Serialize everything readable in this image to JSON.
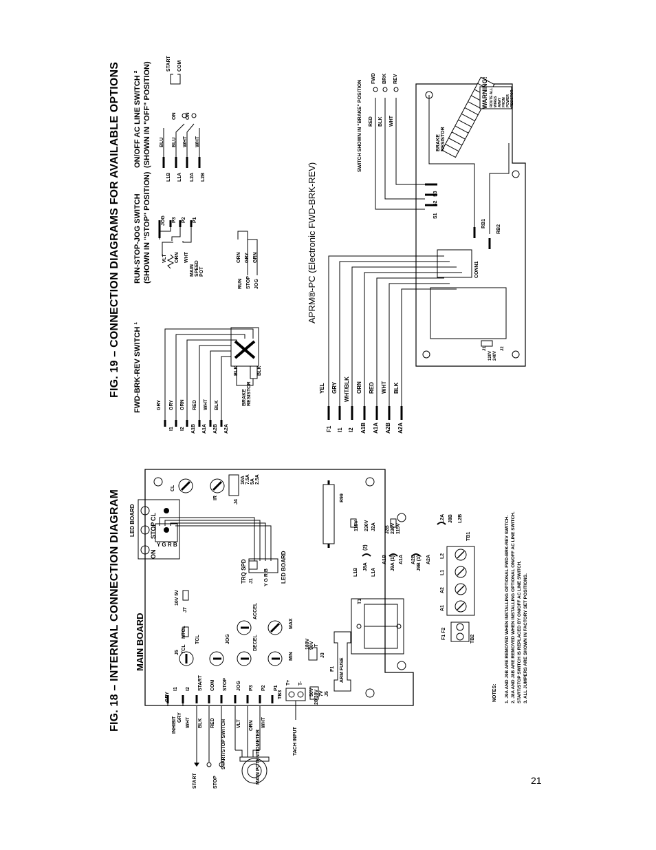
{
  "page_number": "21",
  "fig18": {
    "title": "FIG. 18 – INTERNAL CONNECTION DIAGRAM",
    "main_board": "MAIN BOARD",
    "led_board_top": "LED BOARD",
    "led_board_mid": "LED BOARD",
    "on": "ON",
    "stop": "STOP",
    "cl": "CL",
    "ygrb_top": "Y G R B",
    "ygrb_mid": "Y G R B",
    "trq_spd": "TRQ SPD",
    "j1": "J1",
    "j7": "J7",
    "j7_opts": "10V  5V",
    "j5": "J5",
    "tcl": "TCL",
    "ntcl": "NTCL",
    "pots": [
      "TCL",
      "JOG",
      "DECEL",
      "ACCEL",
      "MIN",
      "MAX",
      "IR",
      "CL"
    ],
    "j4": "J4",
    "j4_opts": [
      "10A",
      "7.5A",
      "5A",
      "2.5A"
    ],
    "r99": "R99",
    "terminal_labels": [
      "I1",
      "I2",
      "START",
      "COM",
      "STOP",
      "JOG",
      "P3",
      "P2",
      "P1"
    ],
    "wire_colors_left": [
      "GRY",
      "GRY",
      "WHT",
      "BLK",
      "RED",
      "VLT",
      "ORN",
      "WHT"
    ],
    "inhibit": "INHIBIT",
    "start": "START",
    "stop_sw": "STOP",
    "start_stop_switch": "START/STOP SWITCH",
    "main_pot": "MAIN POTENTIOMETER",
    "tb3": "TB3",
    "tach_input": "TACH INPUT",
    "t_plus": "T+",
    "t_minus": "T-",
    "j5b": "J5",
    "j5b_opts": [
      "50V",
      "20/30V",
      "7V"
    ],
    "j3": "J3",
    "j3_opts": [
      "180V",
      "90V",
      "T"
    ],
    "f1": "F1",
    "arm_fuse": "ARM FUSE",
    "t1": "T1",
    "j1b": "L1B",
    "j8a": "J8A",
    "l1a": "L1A",
    "j8a_note": "(2)",
    "j2a": "J2A",
    "v115_a": "115V",
    "v230_a": "230V",
    "j2b": "J2B",
    "v230_b": "230V",
    "v115_b": "115V",
    "a1b": "A1B",
    "j9a": "J9A (1)",
    "a1a": "A1A",
    "a2b": "A2B",
    "j9b": "J9B (1)",
    "a2a": "A2A",
    "l2a": "L2A",
    "j8b": "J8B",
    "l2b": "L2B",
    "tb1": "TB1",
    "tb1_terms": [
      "A1",
      "A2",
      "L1",
      "L2"
    ],
    "tb2": "TB2",
    "tb2_terms": "F1 F2",
    "notes_title": "NOTES:",
    "notes": [
      "1. J9A AND J9B ARE REMOVED WHEN INSTALLING OPTIONAL FWD-BRK-REV SWITCH.",
      "2. J8A AND J8B ARE REMOVED WHEN INSTALLING OPTIONAL ON/OFF AC LINE SWITCH.",
      "    START/STOP SWITCH IS REPLACED BY ON/OFF AC LINE SWITCH.",
      "3. ALL JUMPERS ARE SHOWN IN FACTORY SET POSITIONS."
    ]
  },
  "fig19": {
    "title": "FIG. 19 – CONNECTION DIAGRAMS FOR AVAILABLE OPTIONS",
    "fbr_title": "FWD-BRK-REV SWITCH ¹",
    "fbr_terms": [
      "I1",
      "I2",
      "A1B",
      "A1A",
      "A2B",
      "A2A"
    ],
    "fbr_wires": [
      "GRY",
      "GRY",
      "ORN",
      "RED",
      "WHT",
      "BLK"
    ],
    "fbr_blk": "BLK",
    "brake_resistor": "BRAKE RESISTOR",
    "rsj_title_1": "RUN-STOP-JOG SWITCH",
    "rsj_title_2": "(SHOWN IN \"STOP\" POSITION)",
    "rsj_terms": [
      "JOG",
      "P3",
      "P2",
      "P1"
    ],
    "rsj_wires": [
      "VLT",
      "ORN",
      "WHT"
    ],
    "main_speed_pot": "MAIN SPEED POT",
    "rsj_right": [
      "ORN",
      "GRY",
      "GRN"
    ],
    "rsj_pos": [
      "RUN",
      "STOP",
      "JOG"
    ],
    "onoff_title_1": "ON/OFF AC LINE SWITCH ²",
    "onoff_title_2": "(SHOWN IN \"OFF\" POSITION)",
    "onoff_terms": [
      "L1B",
      "L1A",
      "L2A",
      "L2B"
    ],
    "onoff_wires": [
      "BLU",
      "BLU",
      "WHT",
      "WHT"
    ],
    "onoff_on": "ON",
    "onoff_start": "START",
    "onoff_com": "COM",
    "aprm_title": "APRM®-PC (Electronic FWD-BRK-REV)",
    "aprm_terms": [
      "F1",
      "I1",
      "I2",
      "A1B",
      "A1A",
      "A2B",
      "A2A"
    ],
    "aprm_wires": [
      "YEL",
      "GRY",
      "WHT/BLK",
      "ORN",
      "RED",
      "WHT",
      "BLK"
    ],
    "conn1": "CONN1",
    "switch_note": "SWITCH SHOWN IN \"BRAKE\" POSITION",
    "fbr_pos": [
      "FWD",
      "BRK",
      "REV"
    ],
    "sw_wires": [
      "RED",
      "BLK",
      "WHT"
    ],
    "s_labels": [
      "S1",
      "S2",
      "S3"
    ],
    "rb1": "RB1",
    "rb2": "RB2",
    "brake_resistor_2": "BRAKE RESISTOR",
    "warning": "WARNING!",
    "warning_text": "ROUTE ALL WIRES AWAY FROM POWER RESISTOR",
    "j1j2": [
      "J1",
      "120V",
      "240V",
      "J2"
    ]
  }
}
